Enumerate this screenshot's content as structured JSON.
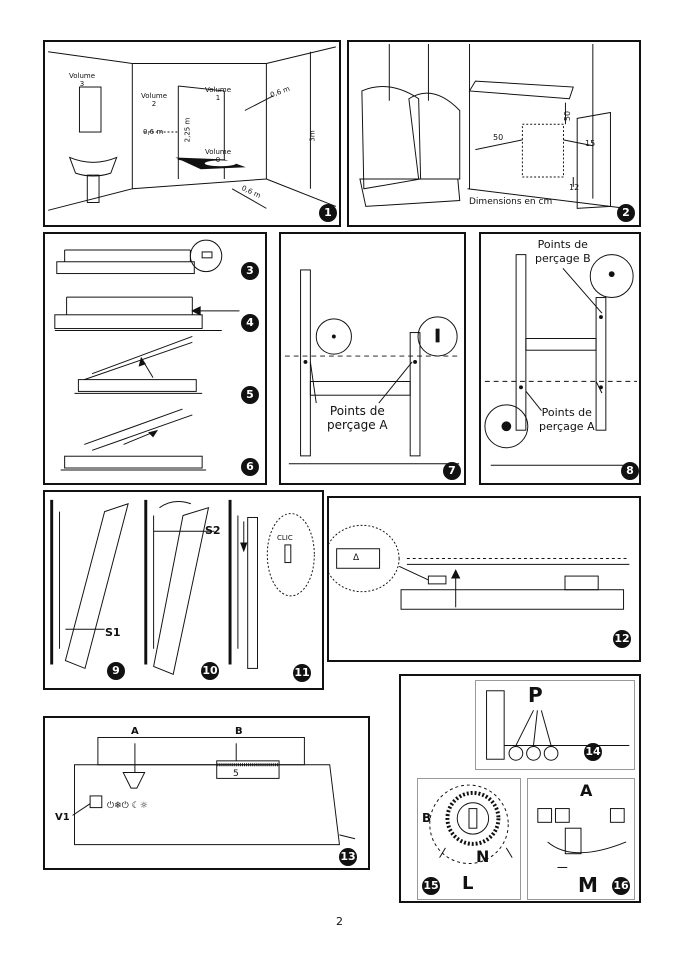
{
  "page_number": "2",
  "figures": {
    "f1": {
      "num": "1",
      "volume3": "Volume\n3",
      "volume2": "Volume\n2",
      "volume1": "Volume\n1",
      "volume0": "Volume\n0",
      "d06a": "0,6 m",
      "d06b": "0,6 m",
      "d06c": "0,6 m",
      "d225": "2,25 m",
      "d3": "3m"
    },
    "f2": {
      "num": "2",
      "d50a": "50",
      "d50b": "50",
      "d15": "15",
      "d12": "12",
      "caption": "Dimensions en cm"
    },
    "f3": {
      "num": "3"
    },
    "f4": {
      "num": "4"
    },
    "f5": {
      "num": "5"
    },
    "f6": {
      "num": "6"
    },
    "f7": {
      "num": "7",
      "label": "Points de\nperçage A"
    },
    "f8": {
      "num": "8",
      "label_b": "Points de\nperçage B",
      "label_a": "Points de\nperçage A"
    },
    "f9": {
      "num": "9",
      "s1": "S1"
    },
    "f10": {
      "num": "10",
      "s2": "S2"
    },
    "f11": {
      "num": "11",
      "clic": "CLIC"
    },
    "f12": {
      "num": "12",
      "delta": "Δ"
    },
    "f13": {
      "num": "13",
      "a": "A",
      "b": "B",
      "v1": "V1",
      "sym": "⏻❄⏻ ☾☼",
      "five": "5"
    },
    "f14": {
      "num": "14",
      "p": "P"
    },
    "f15": {
      "num": "15",
      "b": "B",
      "n": "N",
      "l": "L"
    },
    "f16": {
      "num": "16",
      "a": "A",
      "m": "M"
    }
  }
}
